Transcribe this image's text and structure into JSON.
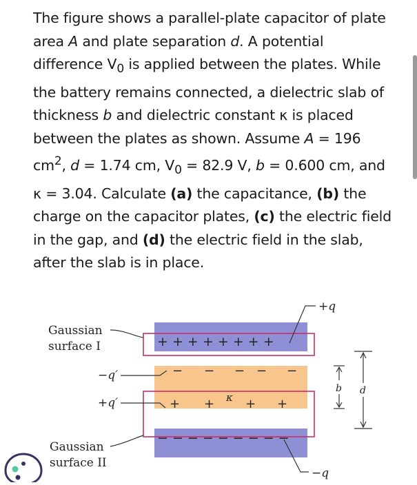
{
  "problem": {
    "s1": "The figure shows a parallel-plate capacitor of plate area ",
    "A": "A",
    "s2": " and plate separation ",
    "d": "d",
    "s3": ". A potential difference V",
    "sub0": "0",
    "s4": " is applied between the plates. While the battery remains connected, a dielectric slab of thickness ",
    "b": "b",
    "s5": " and dielectric constant κ is placed between the plates as shown. Assume ",
    "A2": "A",
    "s6": " = 196 cm",
    "sup2": "2",
    "s7": ", ",
    "d2": "d",
    "s8": " = 1.74 cm, V",
    "sub0b": "0",
    "s9": " = 82.9 V, ",
    "b2": "b",
    "s10": " = 0.600 cm, and κ = 3.04. Calculate ",
    "pa": "(a)",
    "s11": " the capacitance, ",
    "pb": "(b)",
    "s12": " the charge on the capacitor plates, ",
    "pc": "(c)",
    "s13": " the electric field in the gap, and ",
    "pd": "(d)",
    "s14": " the electric field in the slab, after the slab is in place."
  },
  "figure": {
    "gs1_line1": "Gaussian",
    "gs1_line2": "surface I",
    "gs2_line1": "Gaussian",
    "gs2_line2": "surface II",
    "plus_q": "+q",
    "minus_q": "−q",
    "minus_qp": "−q′",
    "plus_qp": "+q′",
    "kappa": "κ",
    "b_label": "b",
    "d_label": "d",
    "top_plate_charges": "+ + + + + + + +",
    "bottom_plate_charges": "− − − − − − − − −",
    "slab_top_charges": [
      "−",
      "−",
      "−",
      "−",
      "−"
    ],
    "slab_bottom_charges": [
      "+",
      "+",
      "+",
      "+"
    ],
    "colors": {
      "plate": "#8f8fd6",
      "slab": "#f8c58c",
      "gaussian": "#c0306a",
      "line": "#333333"
    }
  }
}
